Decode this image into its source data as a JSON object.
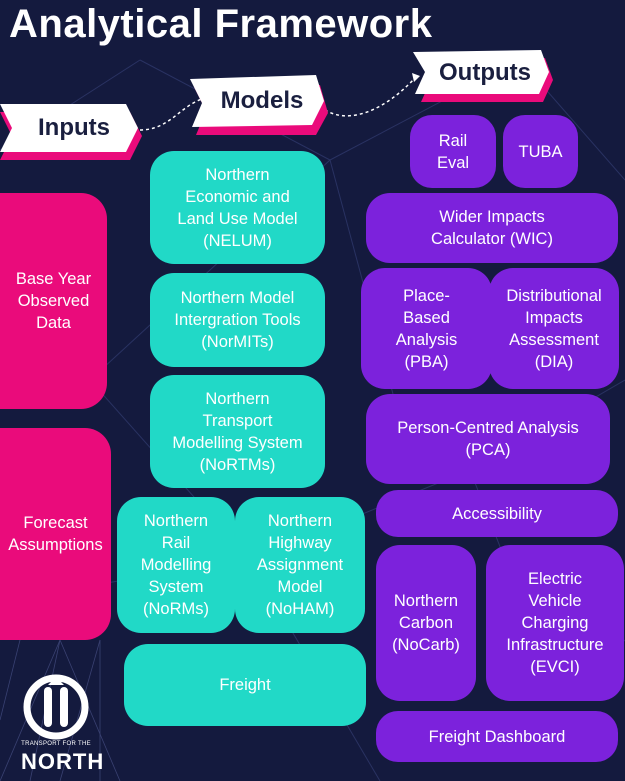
{
  "title": "Analytical Framework",
  "headers": {
    "inputs": "Inputs",
    "models": "Models",
    "outputs": "Outputs"
  },
  "inputs": {
    "base_year": "Base Year\nObserved\nData",
    "forecast": "Forecast\nAssumptions"
  },
  "models": {
    "nelum": "Northern\nEconomic and\nLand Use Model\n(NELUM)",
    "normits": "Northern Model\nIntergration Tools\n(NorMITs)",
    "nortms": "Northern\nTransport\nModelling System\n(NoRTMs)",
    "norms": "Northern\nRail\nModelling\nSystem\n(NoRMs)",
    "noham": "Northern\nHighway\nAssignment\nModel\n(NoHAM)",
    "freight": "Freight"
  },
  "outputs": {
    "rail_eval": "Rail\nEval",
    "tuba": "TUBA",
    "wic": "Wider Impacts\nCalculator (WIC)",
    "pba": "Place-\nBased\nAnalysis\n(PBA)",
    "dia": "Distributional\nImpacts\nAssessment\n(DIA)",
    "pca": "Person-Centred Analysis\n(PCA)",
    "accessibility": "Accessibility",
    "nocarb": "Northern\nCarbon\n(NoCarb)",
    "evci": "Electric\nVehicle\nCharging\nInfrastructure\n(EVCI)",
    "freight_dashboard": "Freight Dashboard"
  },
  "logo": {
    "small": "TRANSPORT FOR THE",
    "big": "NORTH"
  },
  "colors": {
    "background": "#141a3e",
    "teal": "#21d9c7",
    "purple": "#7c22dc",
    "pink": "#ea0b7b",
    "banner": "#ffffff"
  }
}
